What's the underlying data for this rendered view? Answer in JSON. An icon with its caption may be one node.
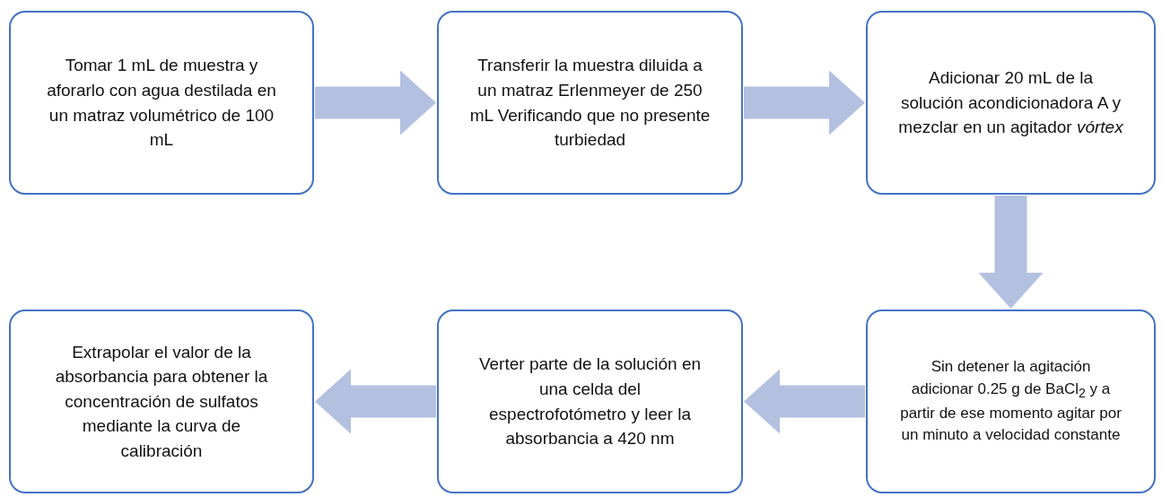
{
  "diagram": {
    "nodes": [
      {
        "text": [
          "Tomar 1 mL de muestra y aforarlo con agua destilada en un matraz volumétrico de 100 mL"
        ]
      },
      {
        "text": [
          "Transferir la muestra diluida a un matraz Erlenmeyer de 250 mL Verificando que no presente turbiedad"
        ]
      },
      {
        "text": [
          "Adicionar 20 mL de la solución acondicionadora A y mezclar en un agitador *vórtex*"
        ]
      },
      {
        "text": [
          "Extrapolar el valor de la absorbancia para obtener la concentración de sulfatos mediante la curva de calibración"
        ]
      },
      {
        "text": [
          "Verter parte de la solución en una celda del espectrofotómetro y leer la absorbancia a 420 nm"
        ]
      },
      {
        "text": [
          "Sin detener la agitación adicionar 0.25 g de BaCl$_{2}$ y a partir de ese momento agitar por un minuto a velocidad constante"
        ]
      }
    ],
    "edges": [
      {
        "from": 0,
        "to": 1,
        "arrow": "to"
      },
      {
        "from": 1,
        "to": 2,
        "arrow": "to"
      },
      {
        "from": 2,
        "to": 5,
        "arrow": "to"
      },
      {
        "from": 5,
        "to": 4,
        "arrow": "to"
      },
      {
        "from": 4,
        "to": 3,
        "arrow": "to"
      }
    ]
  }
}
